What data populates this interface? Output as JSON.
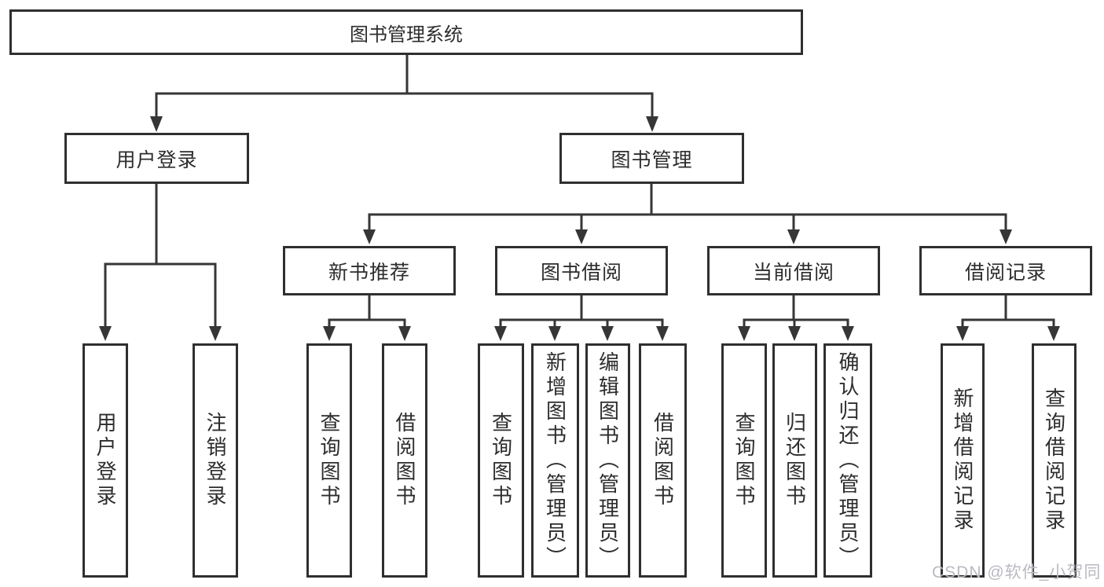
{
  "tree": {
    "label": "图书管理系统",
    "children": [
      {
        "label": "用户登录",
        "children": [
          {
            "label": "用户登录"
          },
          {
            "label": "注销登录"
          }
        ]
      },
      {
        "label": "图书管理",
        "children": [
          {
            "label": "新书推荐",
            "children": [
              {
                "label": "查询图书"
              },
              {
                "label": "借阅图书"
              }
            ]
          },
          {
            "label": "图书借阅",
            "children": [
              {
                "label": "查询图书"
              },
              {
                "label": "新增图书（管理员）"
              },
              {
                "label": "编辑图书（管理员）"
              },
              {
                "label": "借阅图书"
              }
            ]
          },
          {
            "label": "当前借阅",
            "children": [
              {
                "label": "查询图书"
              },
              {
                "label": "归还图书"
              },
              {
                "label": "确认归还（管理员）"
              }
            ]
          },
          {
            "label": "借阅记录",
            "children": [
              {
                "label": "新增借阅记录"
              },
              {
                "label": "查询借阅记录"
              }
            ]
          }
        ]
      }
    ]
  },
  "watermark": {
    "text": "CSDN @软件_小贺同学"
  },
  "colors": {
    "line": "#363636",
    "arrowhead": "#363636",
    "box_border": "#2f2f2f",
    "box_fill": "#ffffff",
    "text": "#2d2d2d",
    "background": "#ffffff",
    "watermark_text": "#b9bac2"
  }
}
